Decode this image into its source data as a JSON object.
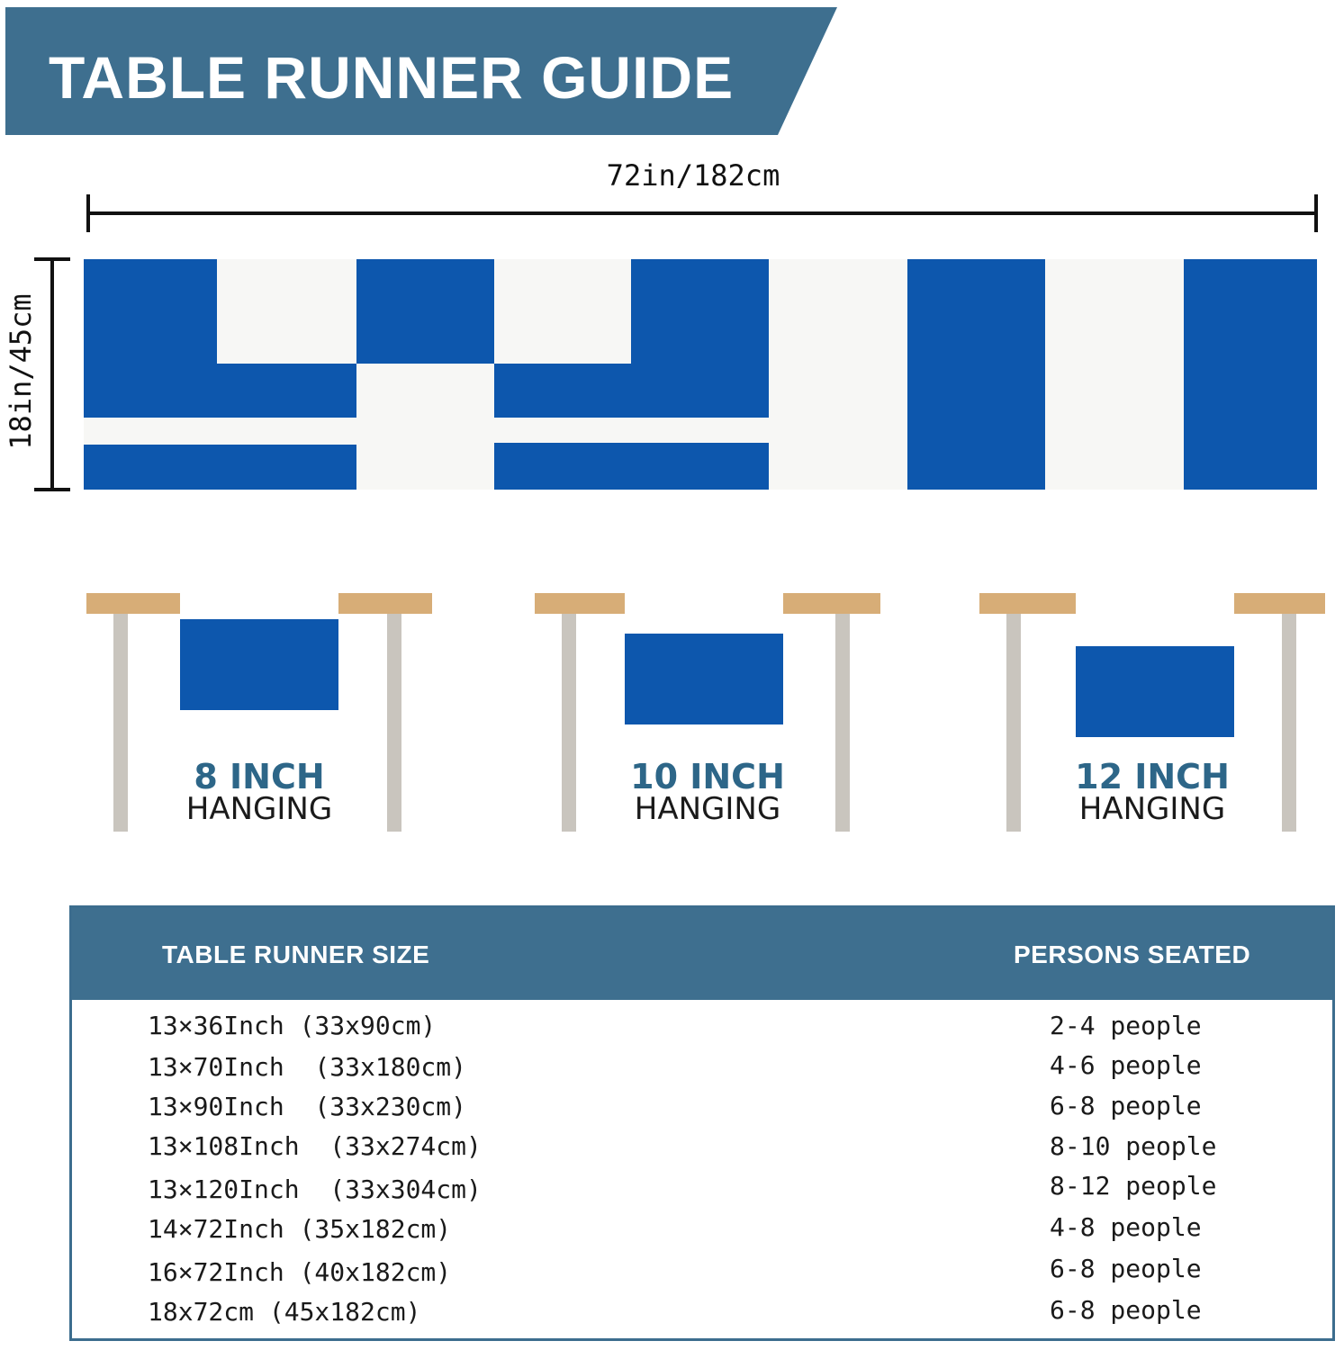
{
  "header": {
    "title": "TABLE RUNNER GUIDE"
  },
  "dimensions": {
    "width_label": "72in/182cm",
    "height_label": "18in/45cm"
  },
  "colors": {
    "banner": "#3e6f8f",
    "runner_blue": "#0d57ad",
    "tabletop": "#d7ad77",
    "leg": "#c9c5be",
    "hanging_text": "#2d6688"
  },
  "hanging": [
    {
      "amount": "8 INCH",
      "word": "HANGING"
    },
    {
      "amount": "10 INCH",
      "word": "HANGING"
    },
    {
      "amount": "12 INCH",
      "word": "HANGING"
    }
  ],
  "size_table": {
    "header_size": "TABLE RUNNER SIZE",
    "header_persons": "PERSONS SEATED",
    "rows": [
      {
        "size": "13×36Inch (33x90cm)",
        "persons": "2-4 people"
      },
      {
        "size": "13×70Inch  (33x180cm)",
        "persons": "4-6 people"
      },
      {
        "size": "13×90Inch  (33x230cm)",
        "persons": "6-8 people"
      },
      {
        "size": "13×108Inch  (33x274cm)",
        "persons": "8-10 people"
      },
      {
        "size": "13×120Inch  (33x304cm)",
        "persons": "8-12 people"
      },
      {
        "size": "14×72Inch (35x182cm)",
        "persons": "4-8 people"
      },
      {
        "size": "16×72Inch (40x182cm)",
        "persons": "6-8 people"
      },
      {
        "size": "18x72cm (45x182cm)",
        "persons": "6-8 people"
      }
    ]
  }
}
